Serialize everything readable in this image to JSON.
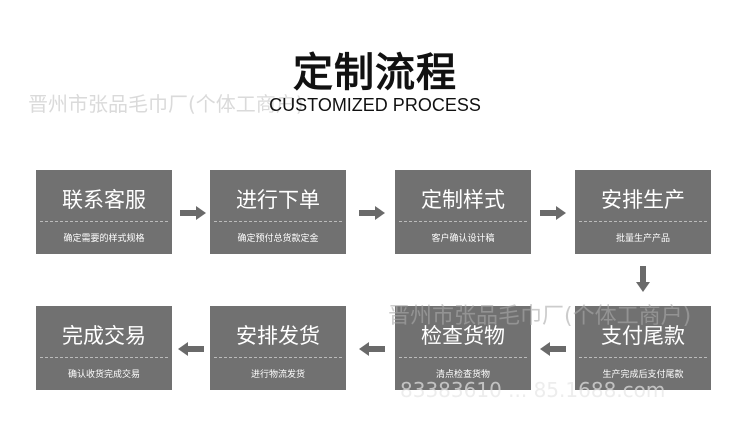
{
  "header": {
    "title": "定制流程",
    "subtitle": "CUSTOMIZED PROCESS"
  },
  "steps": [
    {
      "title": "联系客服",
      "desc": "确定需要的样式规格"
    },
    {
      "title": "进行下单",
      "desc": "确定预付总货款定金"
    },
    {
      "title": "定制样式",
      "desc": "客户确认设计稿"
    },
    {
      "title": "安排生产",
      "desc": "批量生产产品"
    },
    {
      "title": "支付尾款",
      "desc": "生产完成后支付尾款"
    },
    {
      "title": "检查货物",
      "desc": "清点检查货物"
    },
    {
      "title": "安排发货",
      "desc": "进行物流发货"
    },
    {
      "title": "完成交易",
      "desc": "确认收货完成交易"
    }
  ],
  "watermark": {
    "text": "晋州市张品毛巾厂(个体工商户)",
    "bottom": "83383610 ... 85.1688.com"
  },
  "colors": {
    "box": "#717171",
    "arrow": "#6a6a6a"
  }
}
